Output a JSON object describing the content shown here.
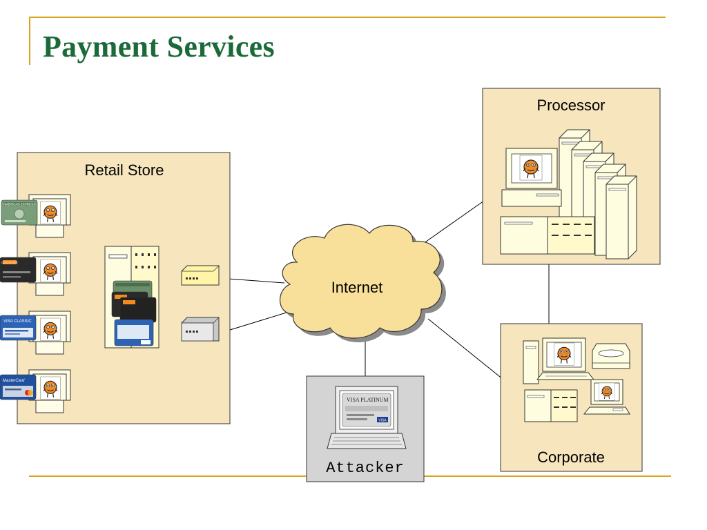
{
  "slide": {
    "title": "Payment Services"
  },
  "diagram": {
    "nodes": {
      "retail_store": "Retail Store",
      "processor": "Processor",
      "corporate": "Corporate",
      "internet": "Internet",
      "attacker": "Attacker"
    },
    "card_brands": {
      "amex": "AMERICAN EXPRESS",
      "discover": "DISCOVER",
      "visa_classic": "VISA CLASSIC",
      "mastercard": "MasterCard",
      "visa_platinum": "VISA PLATINUM",
      "visa": "VISA"
    }
  },
  "colors": {
    "title": "#1b6b3a",
    "rule": "#d9a520",
    "box_fill": "#f6e5bd",
    "attacker_fill": "#d4d4d4",
    "cloud_fill": "#f8df9a"
  }
}
